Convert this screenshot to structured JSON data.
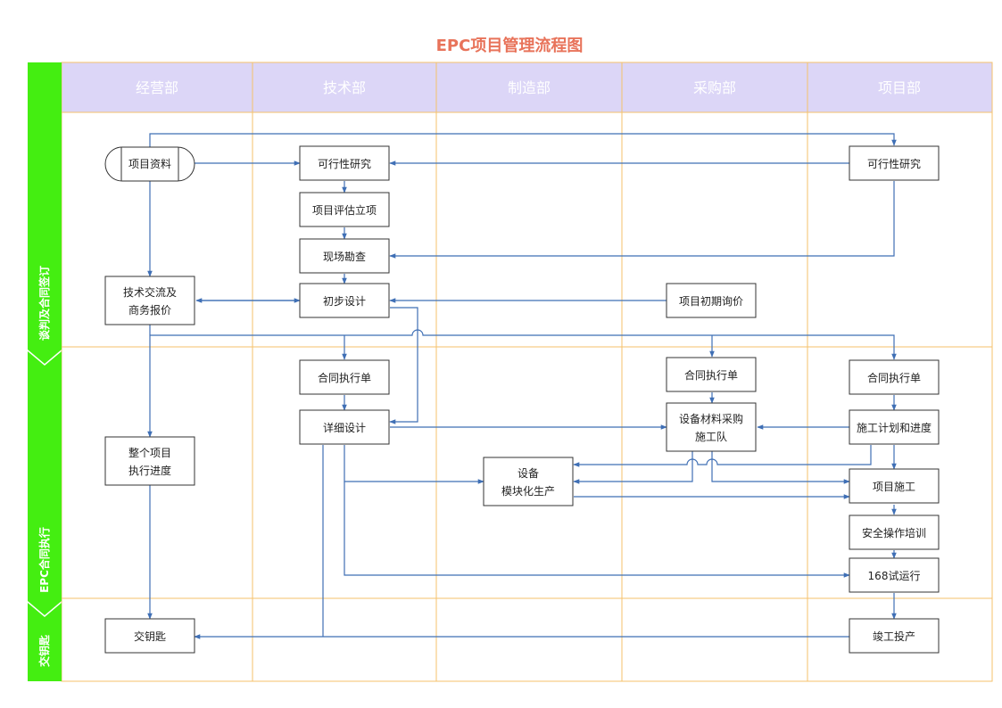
{
  "title": "EPC项目管理流程图",
  "colors": {
    "title": "#e8735a",
    "header_fill": "#dcd6f7",
    "header_text": "#ffffff",
    "grid_line": "#f5c26b",
    "phase_bar": "#44ee11",
    "node_stroke": "#333333",
    "arrow": "#3f6fb5"
  },
  "lanes": [
    "经营部",
    "技术部",
    "制造部",
    "采购部",
    "项目部"
  ],
  "phases": [
    "谈判及合同签订",
    "EPC合同执行",
    "交钥匙"
  ],
  "nodes": {
    "xiangmu_ziliao": "项目资料",
    "kexing_jishu": "可行性研究",
    "kexing_xiangmu": "可行性研究",
    "pinggu_lixiang": "项目评估立项",
    "xianchang_kancha": "现场勘查",
    "jishu_jiaoliu_1": "技术交流及",
    "jishu_jiaoliu_2": "商务报价",
    "chubu_sheji": "初步设计",
    "chuqi_xunjia": "项目初期询价",
    "hetong_jishu": "合同执行单",
    "hetong_caigou": "合同执行单",
    "hetong_xiangmu": "合同执行单",
    "xiangxi_sheji": "详细设计",
    "caigou_1": "设备材料采购",
    "caigou_2": "施工队",
    "shigong_jihua": "施工计划和进度",
    "zhengge_1": "整个项目",
    "zhengge_2": "执行进度",
    "shebei_1": "设备",
    "shebei_2": "模块化生产",
    "xiangmu_shigong": "项目施工",
    "anquan_peixun": "安全操作培训",
    "shiyunxing": "168试运行",
    "jiao_yaoshi": "交钥匙",
    "jungong": "竣工投产"
  }
}
